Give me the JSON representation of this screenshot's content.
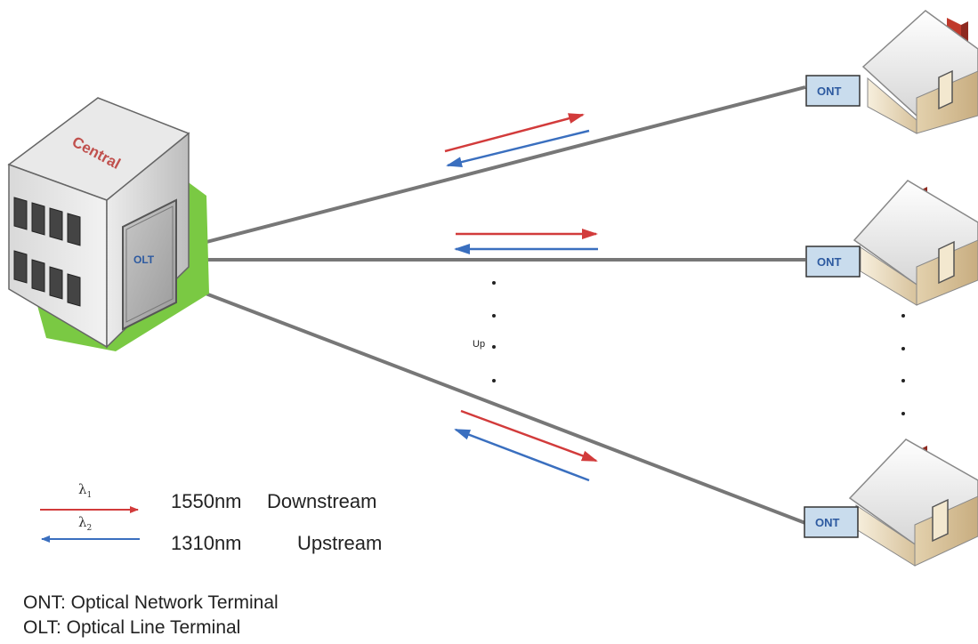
{
  "central": {
    "label": "Central",
    "olt_label": "OLT"
  },
  "ont_label": "ONT",
  "middle_label": "Up",
  "legend": {
    "downstream": {
      "lambda": "λ",
      "sub": "1",
      "wavelength": "1550nm",
      "direction": "Downstream"
    },
    "upstream": {
      "lambda": "λ",
      "sub": "2",
      "wavelength": "1310nm",
      "direction": "Upstream"
    }
  },
  "notes": {
    "ont": {
      "abbr": "ONT",
      "text": ": Optical Network Terminal"
    },
    "olt": {
      "abbr": "OLT",
      "text": ": Optical Line Terminal"
    }
  },
  "colors": {
    "downstream": "#d23b3b",
    "upstream": "#3a6fbf",
    "fiber": "#777777",
    "ont_fill": "#c9dced",
    "ont_text": "#2d5aa0",
    "central_label": "#c0504d",
    "shadow": "#7ac943"
  }
}
